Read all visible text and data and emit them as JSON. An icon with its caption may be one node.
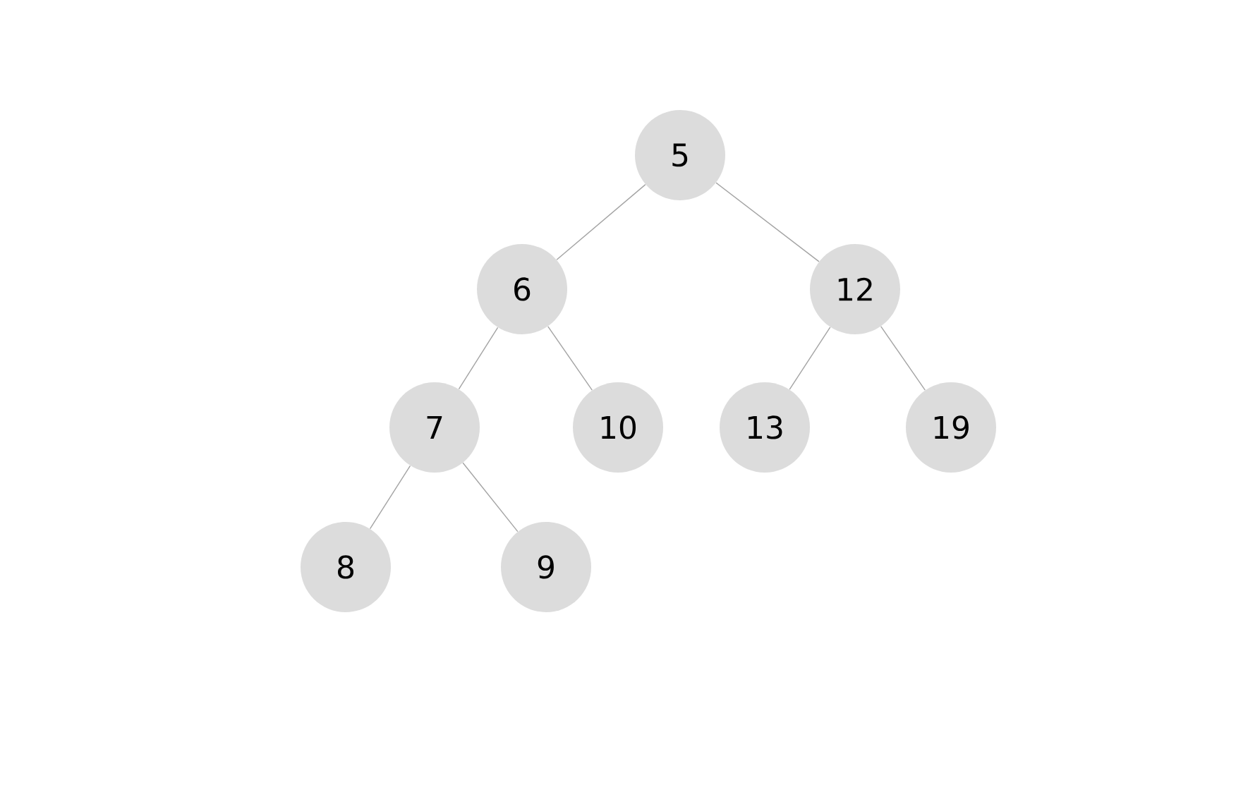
{
  "diagram": {
    "nodes": [
      {
        "text": [
          "5"
        ]
      },
      {
        "text": [
          "6"
        ]
      },
      {
        "text": [
          "12"
        ]
      },
      {
        "text": [
          "7"
        ]
      },
      {
        "text": [
          "10"
        ]
      },
      {
        "text": [
          "13"
        ]
      },
      {
        "text": [
          "19"
        ]
      },
      {
        "text": [
          "8"
        ]
      },
      {
        "text": [
          "9"
        ]
      }
    ],
    "edges": [
      {
        "from": 0,
        "to": 1,
        "arrow": "none"
      },
      {
        "from": 0,
        "to": 2,
        "arrow": "none"
      },
      {
        "from": 1,
        "to": 3,
        "arrow": "none"
      },
      {
        "from": 1,
        "to": 4,
        "arrow": "none"
      },
      {
        "from": 2,
        "to": 5,
        "arrow": "none"
      },
      {
        "from": 2,
        "to": 6,
        "arrow": "none"
      },
      {
        "from": 3,
        "to": 7,
        "arrow": "none"
      },
      {
        "from": 3,
        "to": 8,
        "arrow": "none"
      }
    ]
  }
}
